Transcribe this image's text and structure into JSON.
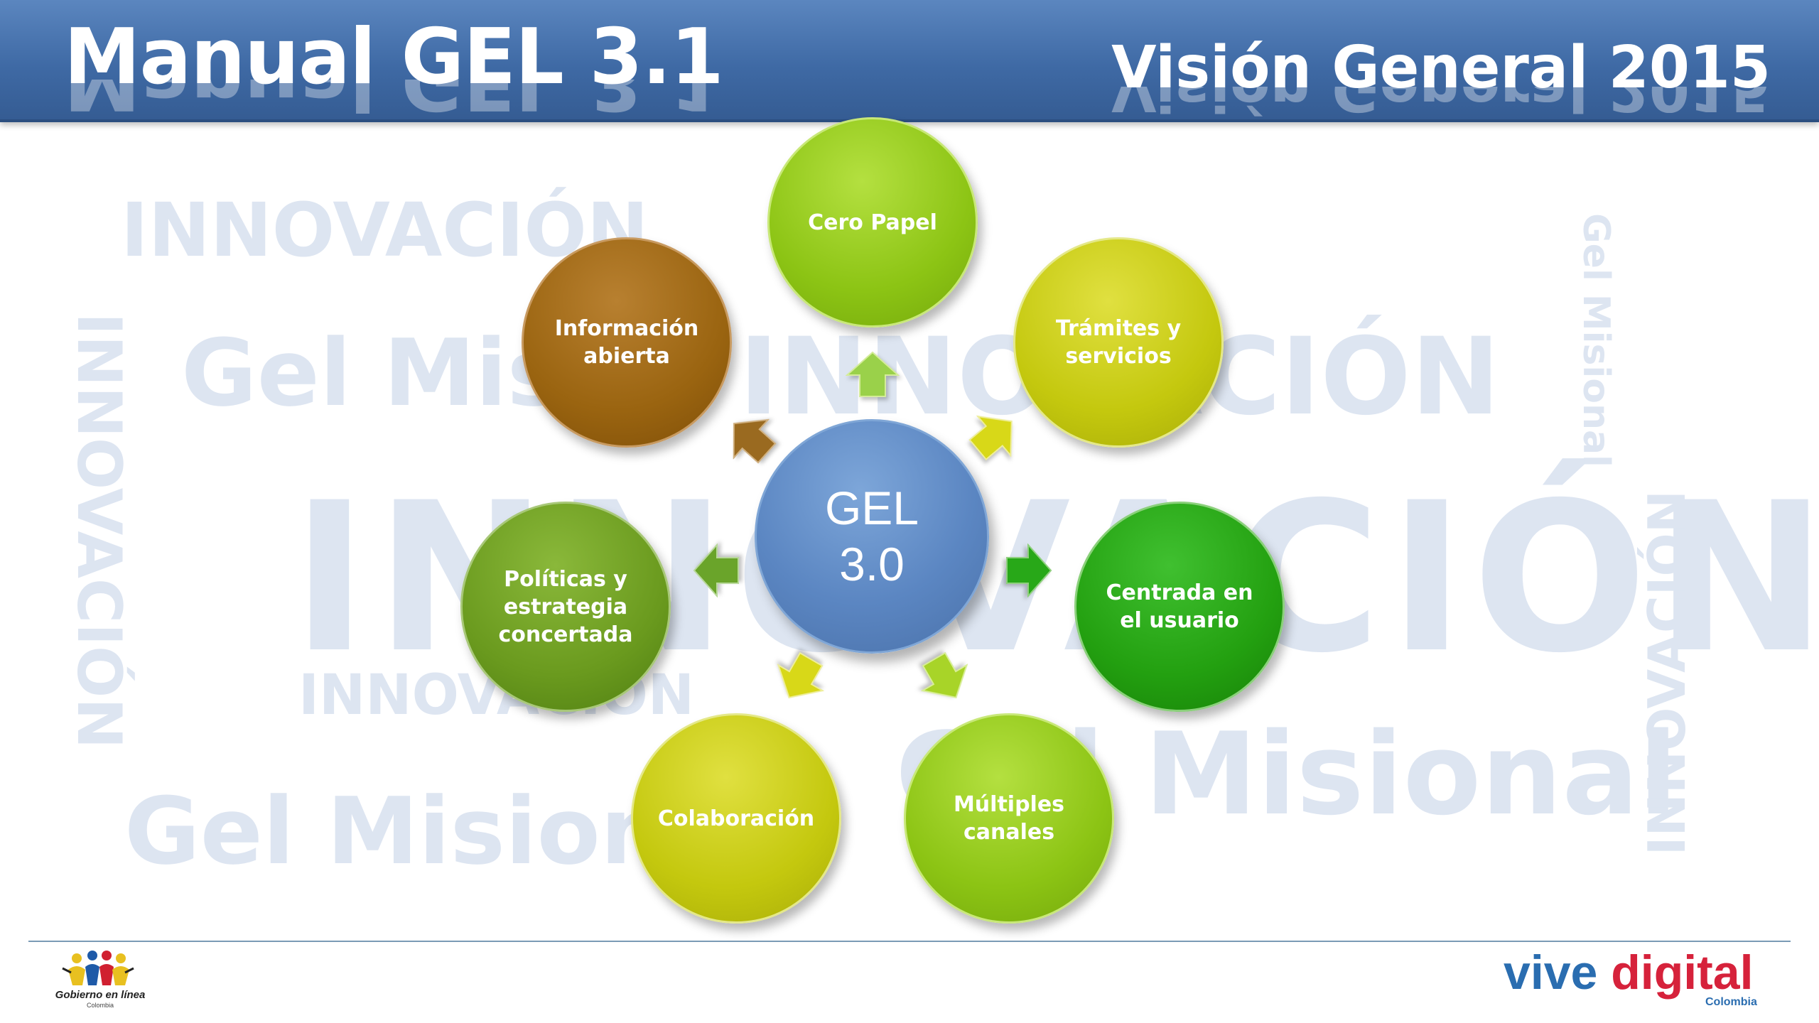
{
  "header": {
    "title": "Manual GEL 3.1",
    "subtitle": "Visión General 2015"
  },
  "watermark": {
    "innovacion": "INNOVACIÓN",
    "gel_misional": "Gel Misional",
    "gel_misi": "Gel Misi",
    "gel_misiona": "Gel Misiona"
  },
  "diagram": {
    "center": "GEL 3.0",
    "nodes": [
      {
        "label": "Cero Papel"
      },
      {
        "label": "Trámites y servicios"
      },
      {
        "label": "Centrada en el usuario"
      },
      {
        "label": "Múltiples canales"
      },
      {
        "label": "Colaboración"
      },
      {
        "label": "Políticas y estrategia concertada"
      },
      {
        "label": "Información abierta"
      }
    ]
  },
  "footer": {
    "logo_gel_text": "Gobierno en línea",
    "logo_gel_sub": "Colombia",
    "vive_word1": "vive",
    "vive_word2": "digital",
    "vive_sub": "Colombia"
  },
  "colors": {
    "header_blue": "#3f6aa5",
    "watermark": "#dde5f1",
    "center_blue": "#5b86c2",
    "cero_papel": "#8cc414",
    "tramites": "#c4c80e",
    "centrada": "#23a010",
    "multiples": "#8cc414",
    "colaboracion": "#c4c80e",
    "politicas": "#6a9a1e",
    "informacion": "#9a6410"
  }
}
